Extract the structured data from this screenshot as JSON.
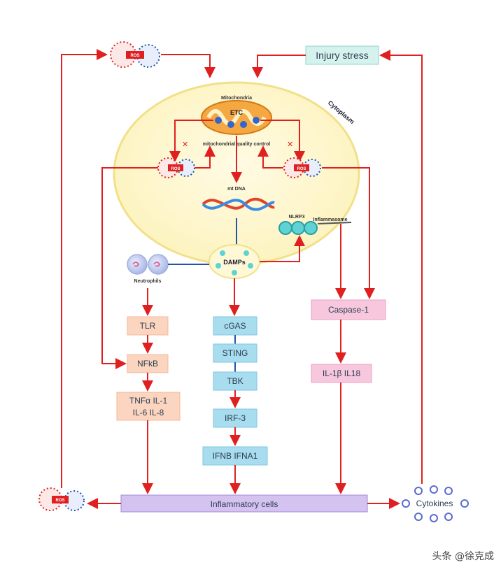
{
  "labels": {
    "injury_stress": "Injury stress",
    "cytoplasm": "Cytoplasm",
    "mitochondria": "Mitochondria",
    "etc": "ETC",
    "quality_control": "mitochondrial quality control",
    "mtdna": "mt DNA",
    "nlrp3": "NLRP3",
    "inflammasome": "Inflammasome",
    "damps": "DAMPs",
    "neutrophils": "Neutrophils",
    "ros": "ROS",
    "tlr": "TLR",
    "nfkb": "NFkB",
    "tnfa_il1": "TNFα  IL-1",
    "il6_il8": "IL-6   IL-8",
    "cgas": "cGAS",
    "sting": "STING",
    "tbk": "TBK",
    "irf3": "IRF-3",
    "ifn": "IFNB  IFNA1",
    "caspase1": "Caspase-1",
    "il1b_il18": "IL-1β  IL18",
    "inflammatory_cells": "Inflammatory cells",
    "cytokines": "Cytokines"
  },
  "watermark": "头条 @徐克成",
  "colors": {
    "arrow": "#e02020",
    "blue_line": "#2255aa",
    "orange_box": "#fbd5c0",
    "cyan_box": "#a8dcef",
    "pink_box": "#f7c7de",
    "purple_bar": "#d4c2f0"
  }
}
